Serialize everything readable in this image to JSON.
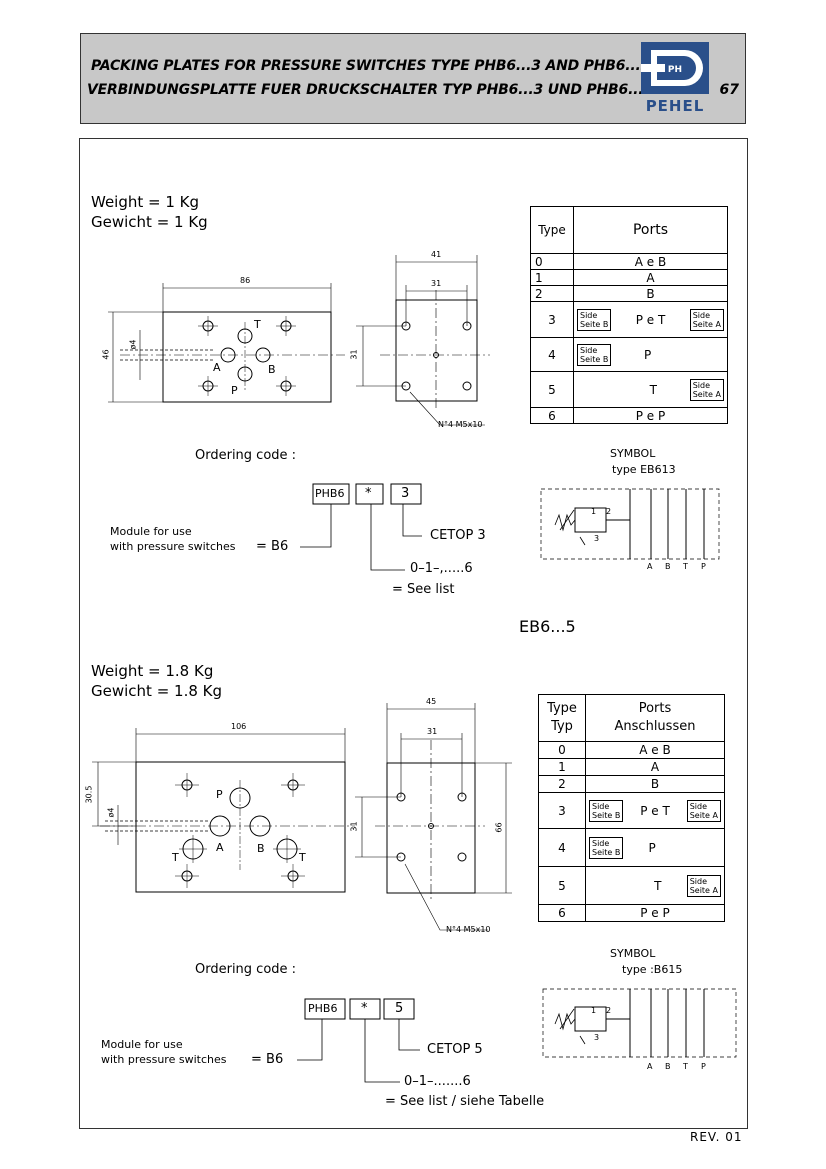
{
  "header": {
    "title_en": "PACKING PLATES FOR PRESSURE SWITCHES TYPE PHB6...3 AND PHB6...5",
    "title_de": "VERBINDUNGSPLATTE FUER DRUCKSCHALTER TYP PHB6...3 UND PHB6...5",
    "page_number": "67",
    "logo_initials": "PH",
    "logo_text": "PEHEL"
  },
  "section1": {
    "weight_en": "Weight = 1 Kg",
    "weight_de": "Gewicht = 1 Kg",
    "dims": {
      "width": "86",
      "height": "46",
      "hole": "ø4",
      "side_width": "41",
      "side_inner": "31",
      "side_h": "31",
      "screw": "N°4 M5x10"
    },
    "port_labels": {
      "t": "T",
      "a": "A",
      "b": "B",
      "p": "P"
    },
    "table": {
      "head_type": "Type",
      "head_ports": "Ports",
      "rows": [
        {
          "type": "0",
          "ports": "A e B"
        },
        {
          "type": "1",
          "ports": "A"
        },
        {
          "type": "2",
          "ports": "B"
        },
        {
          "type": "3",
          "ports": "P e T",
          "left": "Side\nSeite",
          "left_port": "B",
          "right": "Side\nSeite",
          "right_port": "A"
        },
        {
          "type": "4",
          "ports": "P",
          "left": "Side\nSeite",
          "left_port": "B"
        },
        {
          "type": "5",
          "ports": "T",
          "right": "Side\nSeite",
          "right_port": "A"
        },
        {
          "type": "6",
          "ports": "P e P"
        }
      ]
    },
    "ordering_code": "Ordering code :",
    "code_boxes": [
      "PHB6",
      "*",
      "3"
    ],
    "cetop": "CETOP 3",
    "module_line1": "Module for use",
    "module_line2": "with pressure switches",
    "b6": "= B6",
    "range": "0–1–,.....6",
    "see_list": "= See list",
    "symbol": "SYMBOL",
    "symbol_type": "type EB613",
    "symbol_ports": [
      "A",
      "B",
      "T",
      "P"
    ],
    "symbol_nums": [
      "1",
      "2",
      "3"
    ]
  },
  "section_title": "EB6...5",
  "section2": {
    "weight_en": "Weight = 1.8 Kg",
    "weight_de": "Gewicht = 1.8 Kg",
    "dims": {
      "width": "106",
      "height": "30.5",
      "hole": "ø4",
      "side_width": "45",
      "side_inner": "31",
      "side_h": "31",
      "side_h2": "66",
      "screw": "N°4 M5x10"
    },
    "port_labels": {
      "p": "P",
      "a": "A",
      "b": "B",
      "t1": "T",
      "t2": "T"
    },
    "table": {
      "head_type": "Type",
      "head_type_de": "Typ",
      "head_ports": "Ports",
      "head_ports_de": "Anschlussen",
      "rows": [
        {
          "type": "0",
          "ports": "A e B"
        },
        {
          "type": "1",
          "ports": "A"
        },
        {
          "type": "2",
          "ports": "B"
        },
        {
          "type": "3",
          "ports": "P e T",
          "left": "Side\nSeite",
          "left_port": "B",
          "right": "Side\nSeite",
          "right_port": "A"
        },
        {
          "type": "4",
          "ports": "P",
          "left": "Side\nSeite",
          "left_port": "B"
        },
        {
          "type": "5",
          "ports": "T",
          "right": "Side\nSeite",
          "right_port": "A"
        },
        {
          "type": "6",
          "ports": "P e P"
        }
      ]
    },
    "ordering_code": "Ordering code :",
    "code_boxes": [
      "PHB6",
      "*",
      "5"
    ],
    "cetop": "CETOP 5",
    "module_line1": "Module for use",
    "module_line2": "with pressure switches",
    "b6": "= B6",
    "range": "0–1–.......6",
    "see_list": "= See list / siehe Tabelle",
    "symbol": "SYMBOL",
    "symbol_type": "type :B615",
    "symbol_ports": [
      "A",
      "B",
      "T",
      "P"
    ],
    "symbol_nums": [
      "1",
      "2",
      "3"
    ]
  },
  "revision": "REV. 01"
}
